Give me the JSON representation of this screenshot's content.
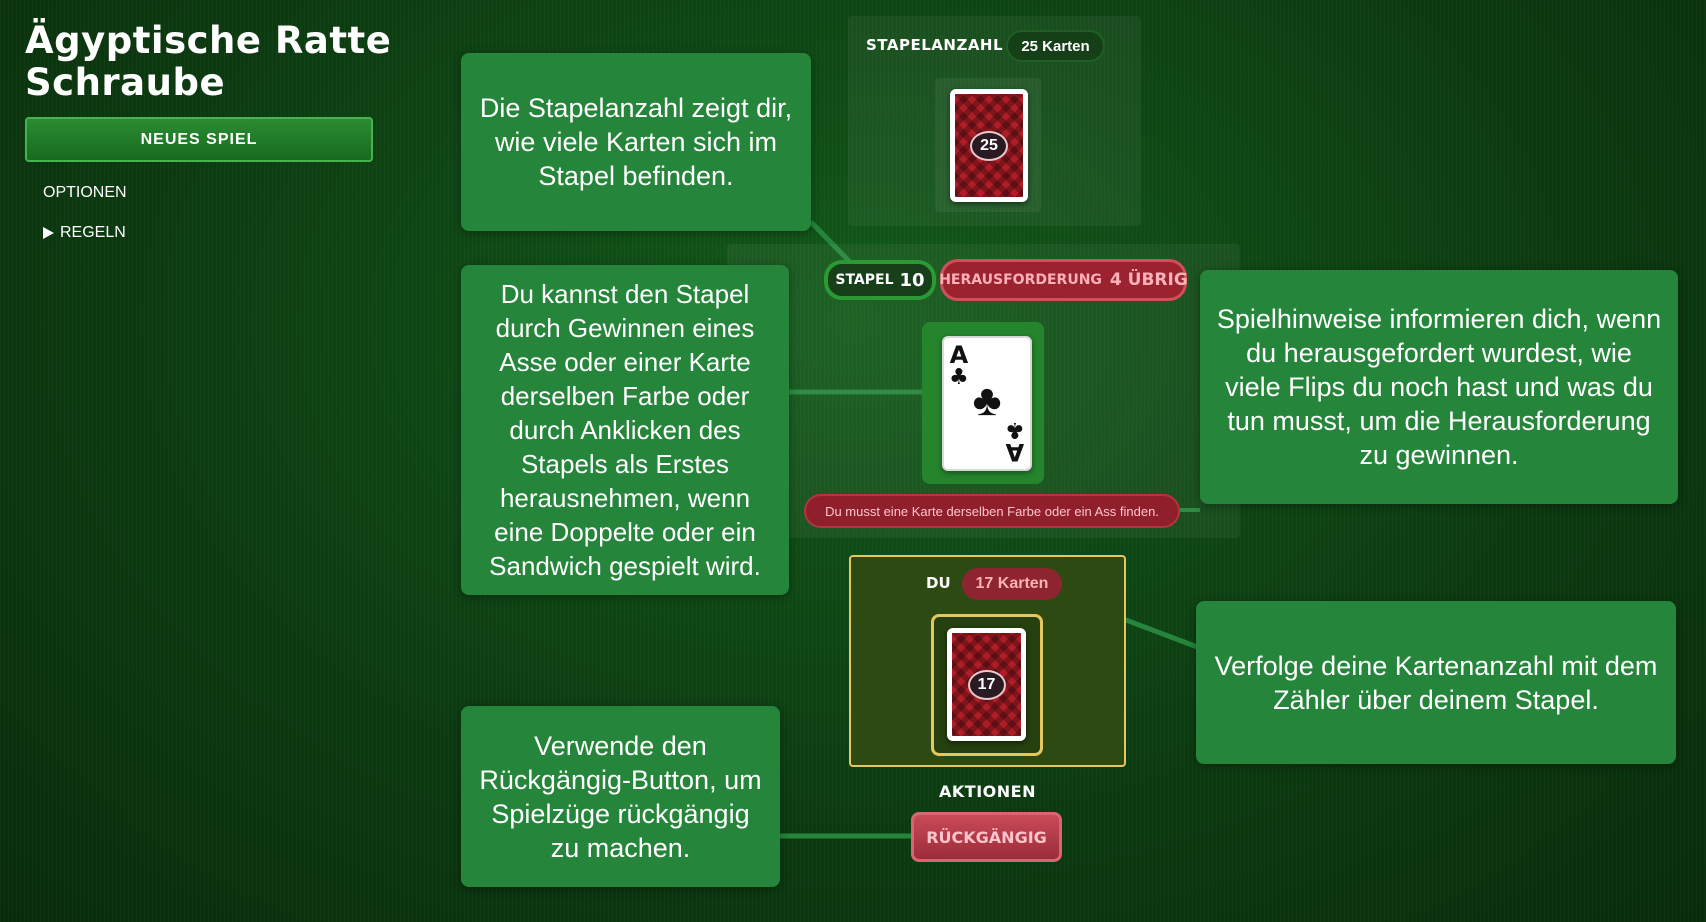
{
  "sidebar": {
    "title": "Ägyptische Ratte Schraube",
    "new_game_label": "NEUES SPIEL",
    "options_label": "OPTIONEN",
    "rules_label": "REGELN"
  },
  "stock": {
    "label": "STAPELANZAHL",
    "count_label": "25 Karten",
    "card_count": "25"
  },
  "pile": {
    "label": "STAPEL",
    "count": "10",
    "challenge_label": "HERAUSFORDERUNG",
    "challenge_remaining": "4 ÜBRIG",
    "top_card": {
      "rank": "A",
      "suit": "♣",
      "suit_icon": "club-icon"
    }
  },
  "hint": {
    "text": "Du musst eine Karte derselben Farbe oder ein Ass finden."
  },
  "player": {
    "label": "DU",
    "count_label": "17 Karten",
    "card_count": "17"
  },
  "actions": {
    "label": "AKTIONEN",
    "undo_label": "RÜCKGÄNGIG"
  },
  "tooltips": {
    "stock": "Die Stapelanzahl zeigt dir, wie viele Karten sich im Stapel befinden.",
    "pile": "Du kannst den Stapel durch Gewinnen eines Asse oder einer Karte derselben Farbe oder durch Anklicken des Stapels als Erstes herausnehmen, wenn eine Doppelte oder ein Sandwich gespielt wird.",
    "hints": "Spielhinweise informieren dich, wenn du herausgefordert wurdest, wie viele Flips du noch hast und was du tun musst, um die Herausforderung zu gewinnen.",
    "counter": "Verfolge deine Kartenanzahl mit dem Zähler über deinem Stapel.",
    "undo": "Verwende den Rückgängig-Button, um Spielzüge rückgängig zu machen."
  },
  "colors": {
    "table": "#0d3d12",
    "tooltip": "#25853a",
    "accent_green": "#2a9a33",
    "challenge_red": "#9b2330",
    "player_gold": "#e6c65e"
  }
}
